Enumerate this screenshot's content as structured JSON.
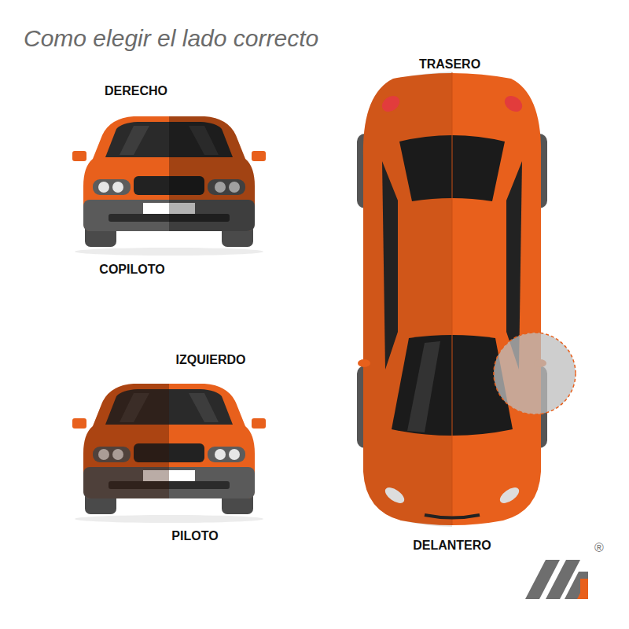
{
  "diagram": {
    "title": "Como elegir el lado correcto",
    "labels": [
      "DERECHO",
      "COPILOTO",
      "IZQUIERDO",
      "PILOTO",
      "TRASERO",
      "DELANTERO",
      "®"
    ]
  }
}
